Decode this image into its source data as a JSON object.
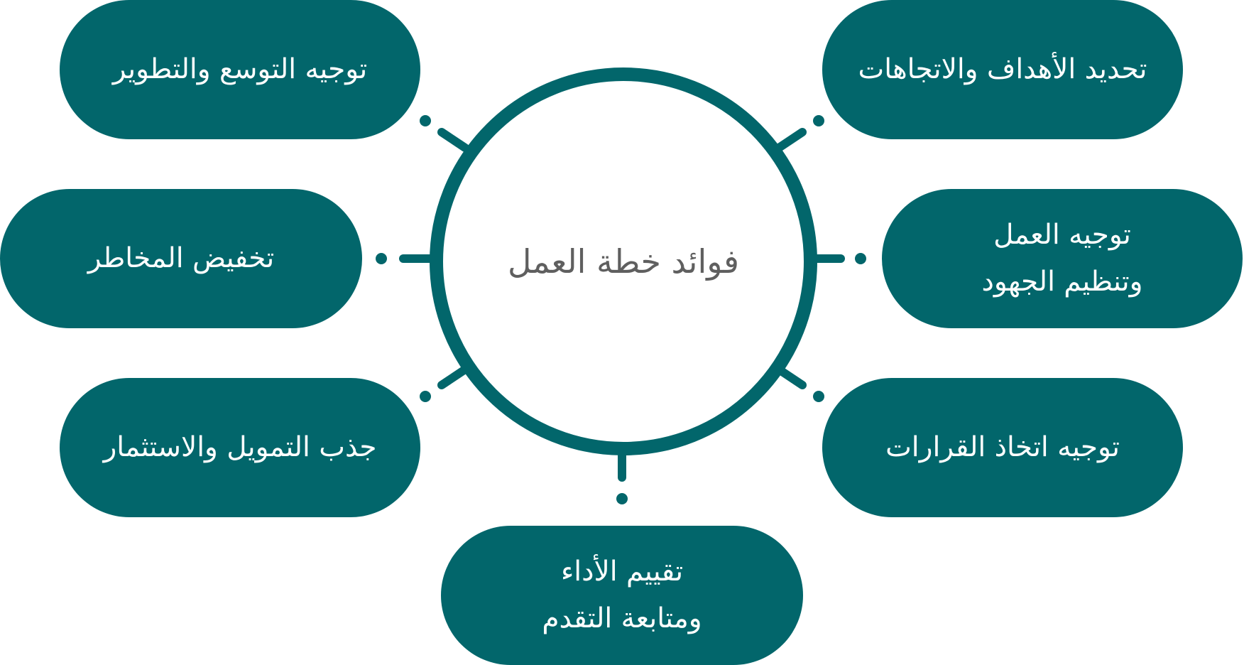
{
  "diagram": {
    "center_title": "فوائد خطة العمل",
    "accent_color": "#02666b",
    "center_text_color": "#5f5f5f",
    "benefits": [
      {
        "id": "goals",
        "lines": [
          "تحديد الأهداف والاتجاهات"
        ]
      },
      {
        "id": "work",
        "lines": [
          "توجيه العمل",
          "وتنظيم الجهود"
        ]
      },
      {
        "id": "decisions",
        "lines": [
          "توجيه اتخاذ القرارات"
        ]
      },
      {
        "id": "evaluation",
        "lines": [
          "تقييم الأداء",
          "ومتابعة التقدم"
        ]
      },
      {
        "id": "funding",
        "lines": [
          "جذب التمويل والاستثمار"
        ]
      },
      {
        "id": "risks",
        "lines": [
          "تخفيض المخاطر"
        ]
      },
      {
        "id": "expansion",
        "lines": [
          "توجيه التوسع والتطوير"
        ]
      }
    ]
  }
}
